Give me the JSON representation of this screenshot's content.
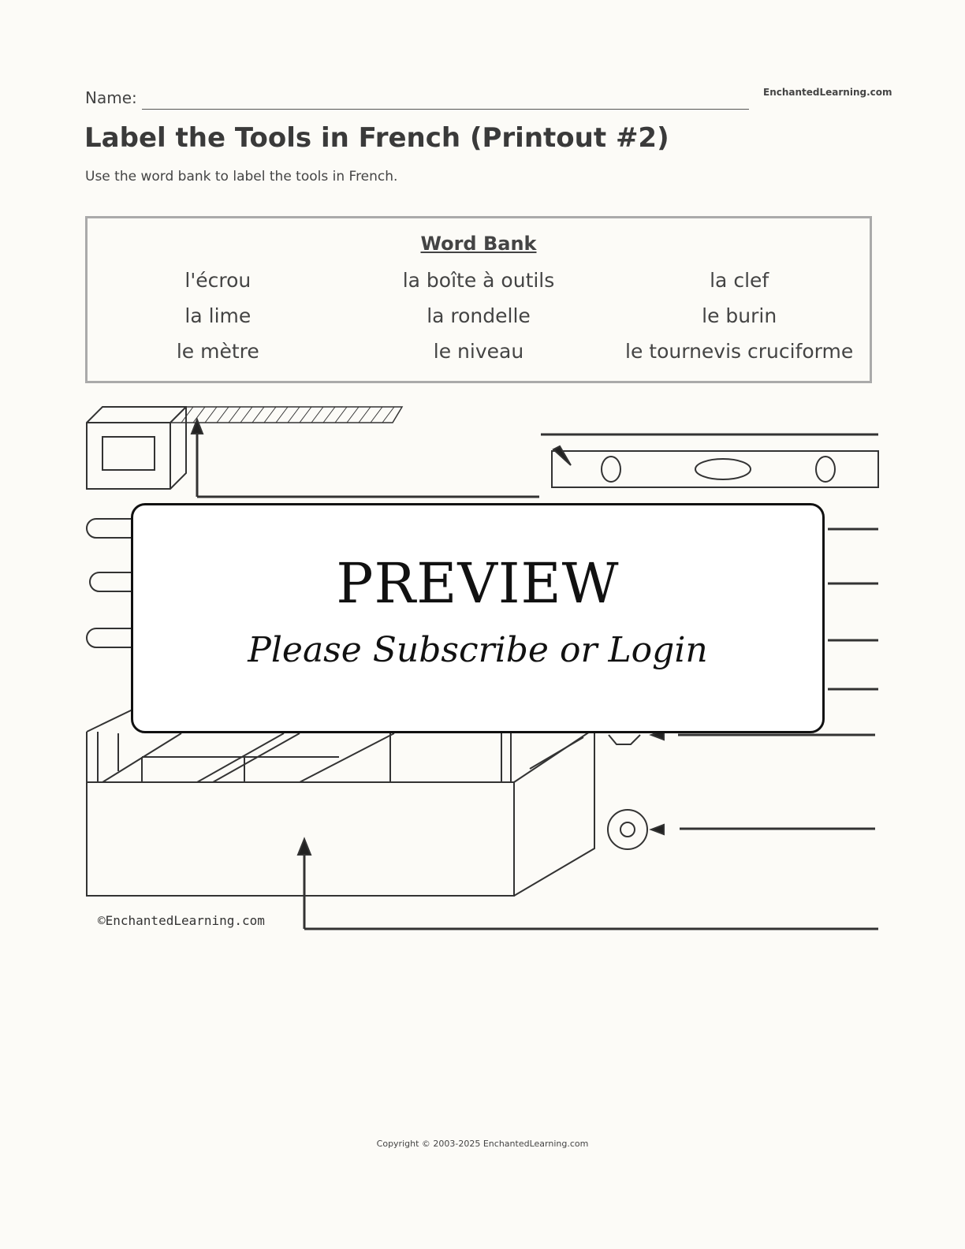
{
  "header": {
    "name_label": "Name:",
    "site": "EnchantedLearning.com"
  },
  "title": "Label the Tools in French (Printout #2)",
  "subtitle": "Use the word bank to label the tools in French.",
  "word_bank": {
    "title": "Word Bank",
    "words": [
      "l'écrou",
      "la boîte à outils",
      "la clef",
      "la lime",
      "la rondelle",
      "le burin",
      "le mètre",
      "le niveau",
      "le tournevis cruciforme"
    ]
  },
  "drawing": {
    "credit": "©EnchantedLearning.com"
  },
  "preview": {
    "title": "PREVIEW",
    "subtitle": "Please Subscribe or Login"
  },
  "footer": {
    "copyright": "Copyright © 2003-2025 EnchantedLearning.com"
  }
}
